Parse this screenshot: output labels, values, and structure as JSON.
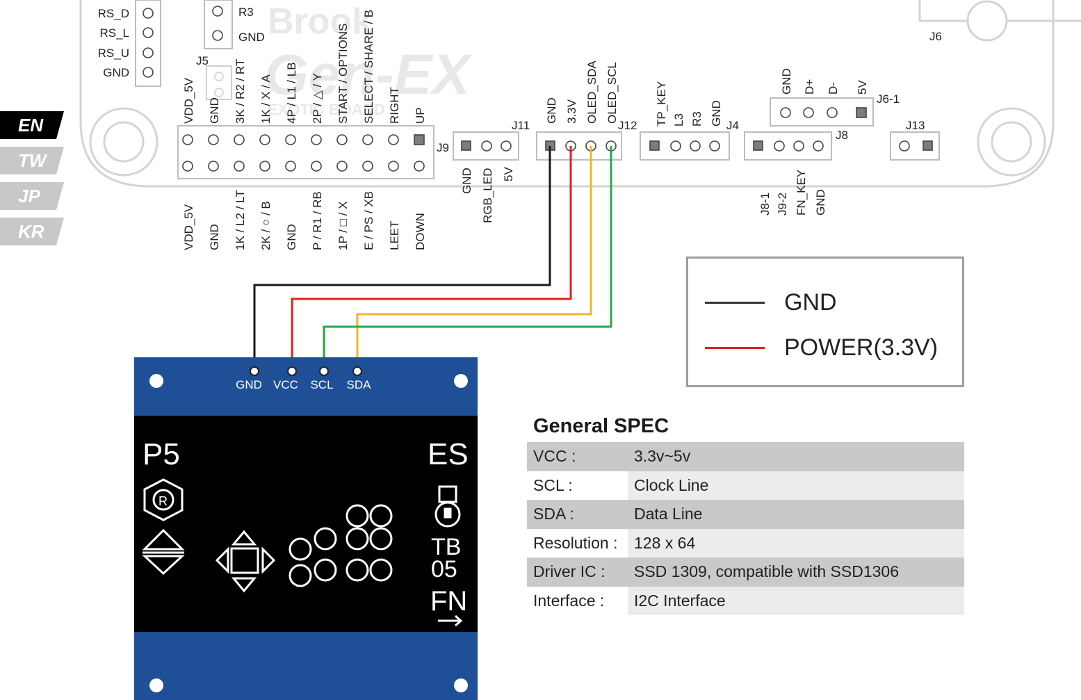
{
  "languages": [
    {
      "code": "EN",
      "active": true
    },
    {
      "code": "TW",
      "active": false
    },
    {
      "code": "JP",
      "active": false
    },
    {
      "code": "KR",
      "active": false
    }
  ],
  "board": {
    "watermark_brand": "Brook",
    "watermark_logo": "Gen-EX",
    "watermark_sub": "EXOTIC BOARD",
    "left_header_labels": [
      "RS_D",
      "RS_L",
      "RS_U",
      "GND"
    ],
    "j5_labels": [
      "R3",
      "GND"
    ],
    "connectors": {
      "j5": "J5",
      "j6": "J6",
      "j6_1": "J6-1",
      "j8": "J8",
      "j9": "J9",
      "j11": "J11",
      "j12": "J12",
      "j4": "J4",
      "j13": "J13"
    },
    "main_top_labels": [
      "VDD_5V",
      "GND",
      "3K / R2 / RT",
      "1K / X / A",
      "4P / L1 / LB",
      "2P / △ / Y",
      "START / OPTIONS",
      "SELECT / SHARE / B",
      "RIGHT",
      "UP"
    ],
    "main_bottom_labels": [
      "VDD_5V",
      "GND",
      "1K / L2 / LT",
      "2K / ○ / B",
      "GND",
      "P / R1 / RB",
      "1P / □ / X",
      "E / PS / XB",
      "LEET",
      "DOWN"
    ],
    "j9_labels": [
      "GND",
      "RGB_LED",
      "5V"
    ],
    "j11_labels": [
      "GND",
      "3.3V",
      "OLED_SDA",
      "OLED_SCL"
    ],
    "j4_labels": [
      "TP_KEY",
      "L3",
      "R3",
      "GND"
    ],
    "j8_bottom_labels": [
      "J8-1",
      "J9-2",
      "FN_KEY",
      "GND"
    ],
    "j6_top_labels": [
      "GND",
      "D+",
      "D-",
      "5V"
    ]
  },
  "oled": {
    "pin_labels": [
      "GND",
      "VCC",
      "SCL",
      "SDA"
    ],
    "screen_left_top": "P5",
    "screen_right_top": "ES",
    "screen_right_mid": [
      "TB",
      "05"
    ],
    "screen_right_bottom": "FN",
    "screen_r_symbol": "R"
  },
  "legend": {
    "items": [
      {
        "label": "GND",
        "color": "#333333"
      },
      {
        "label": "POWER(3.3V)",
        "color": "#e02020"
      }
    ]
  },
  "wire_colors": {
    "gnd": "#1a1a1a",
    "vcc": "#e02020",
    "sda": "#f0b429",
    "scl": "#27a845"
  },
  "spec": {
    "title": "General SPEC",
    "rows": [
      {
        "key": "VCC :",
        "value": "3.3v~5v"
      },
      {
        "key": "SCL :",
        "value": "Clock Line"
      },
      {
        "key": "SDA :",
        "value": "Data Line"
      },
      {
        "key": "Resolution :",
        "value": "128 x 64"
      },
      {
        "key": "Driver IC :",
        "value": "SSD 1309, compatible with SSD1306"
      },
      {
        "key": "Interface :",
        "value": "I2C Interface"
      }
    ]
  }
}
